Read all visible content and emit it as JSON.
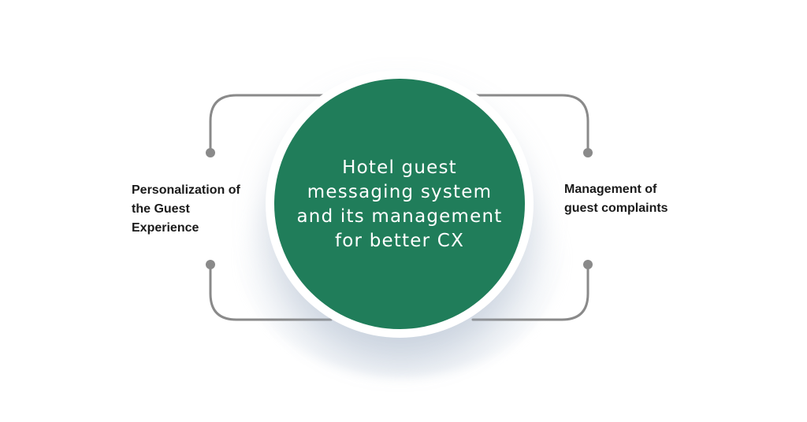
{
  "diagram": {
    "center": {
      "text": "Hotel guest messaging system and its management for better CX",
      "fill_color": "#207d5a",
      "text_color": "#ffffff"
    },
    "left_node": {
      "text": "Personalization of the Guest Experience"
    },
    "right_node": {
      "text": "Management of guest complaints"
    },
    "connector_color": "#8a8a8a"
  }
}
